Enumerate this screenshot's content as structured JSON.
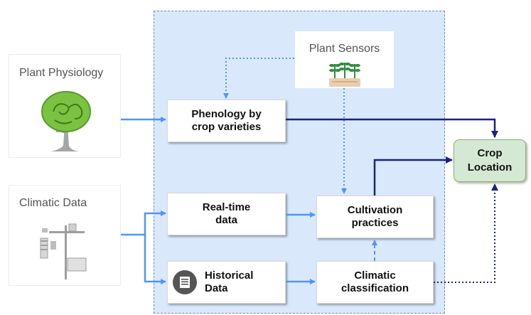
{
  "sources": {
    "plant_physiology": "Plant Physiology",
    "climatic_data": "Climatic Data"
  },
  "sensors": {
    "label": "Plant Sensors"
  },
  "boxes": {
    "phenology": "Phenology by\ncrop varieties",
    "realtime": "Real-time\ndata",
    "historical": "Historical\nData",
    "cultivation": "Cultivation\npractices",
    "climatic_classification": "Climatic\nclassification"
  },
  "target": {
    "crop_location": "Crop\nLocation"
  },
  "colors": {
    "region_fill": "#dae8fc",
    "light_blue_arrow": "#4c97f5",
    "dark_blue_arrow": "#1a237e",
    "crop_fill": "#d5e8d4"
  }
}
